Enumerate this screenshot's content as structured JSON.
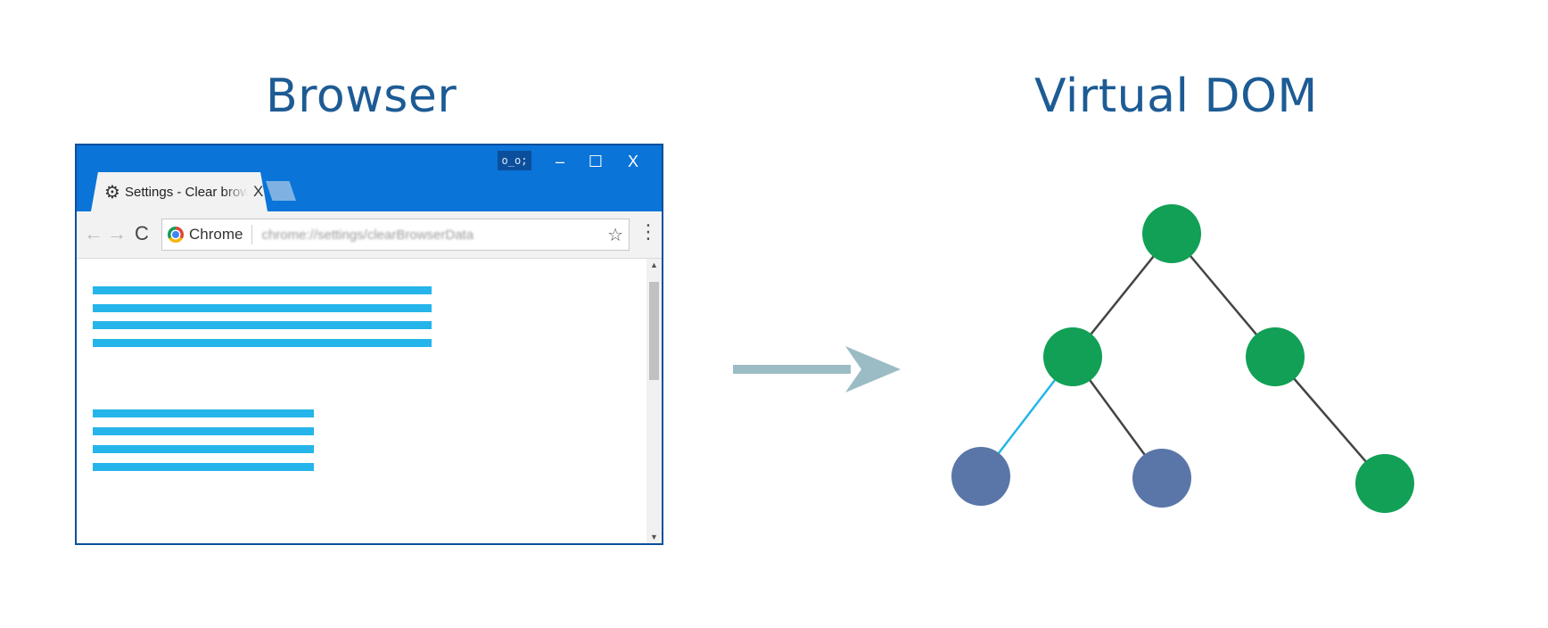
{
  "headings": {
    "browser": "Browser",
    "virtual_dom": "Virtual DOM"
  },
  "browser_window": {
    "tab": {
      "icon": "gear-icon",
      "title": "Settings - Clear browsing data",
      "close_label": "X"
    },
    "profile_badge": "o_o;",
    "window_controls": {
      "minimize": "–",
      "maximize": "☐",
      "close": "X"
    },
    "toolbar": {
      "back_icon": "←",
      "forward_icon": "→",
      "reload_icon": "C",
      "omnibox_label": "Chrome",
      "url": "chrome://settings/clearBrowserData",
      "star_icon": "☆",
      "menu_icon": "⋮"
    },
    "colors": {
      "titlebar": "#0a74d8",
      "content_lines": "#25b5ea"
    }
  },
  "arrow": {
    "color": "#9bbcc4"
  },
  "tree": {
    "colors": {
      "unchanged_node": "#11a055",
      "changed_node": "#5a76a8",
      "edge": "#444444",
      "highlight_edge": "#25b5ea"
    }
  }
}
